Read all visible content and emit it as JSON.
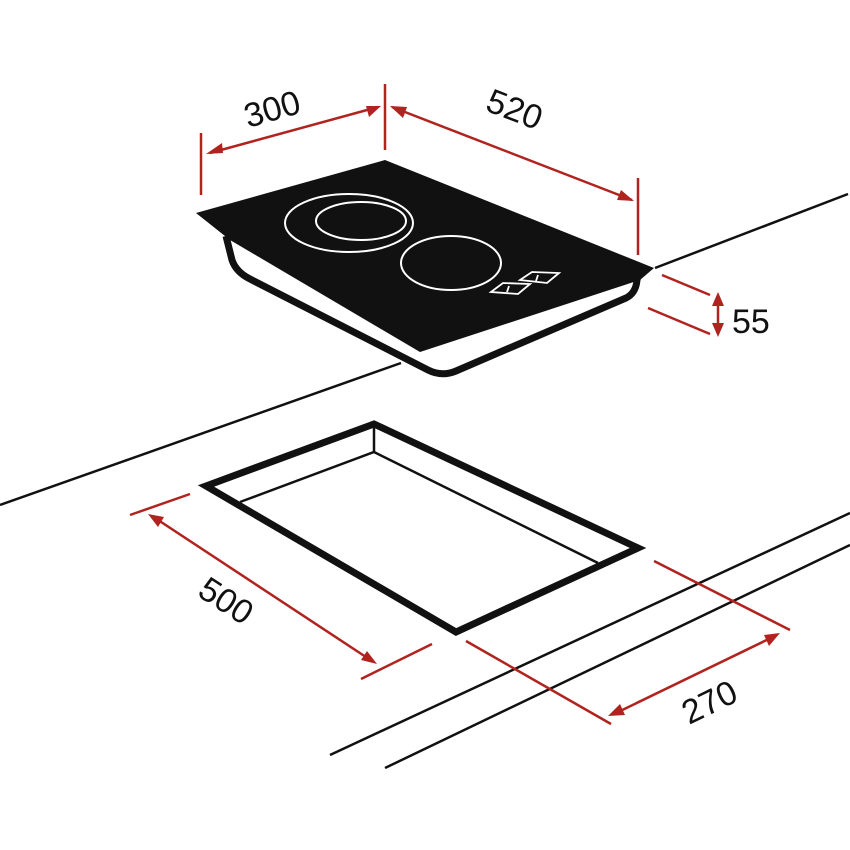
{
  "diagram": {
    "type": "installation-dimensions",
    "subject": "two-zone ceramic hob",
    "colors": {
      "line": "#111111",
      "dimension": "#b0231f",
      "glass": "#111111",
      "zone_ring": "#ffffff",
      "background": "#ffffff"
    },
    "appliance": {
      "zones": [
        {
          "name": "dual-ring zone",
          "rings": 2
        },
        {
          "name": "single zone",
          "rings": 1
        }
      ],
      "controls": 2
    },
    "dimensions": {
      "appliance_width": "300",
      "appliance_depth": "520",
      "appliance_height": "55",
      "cutout_length": "500",
      "cutout_width": "270"
    }
  }
}
